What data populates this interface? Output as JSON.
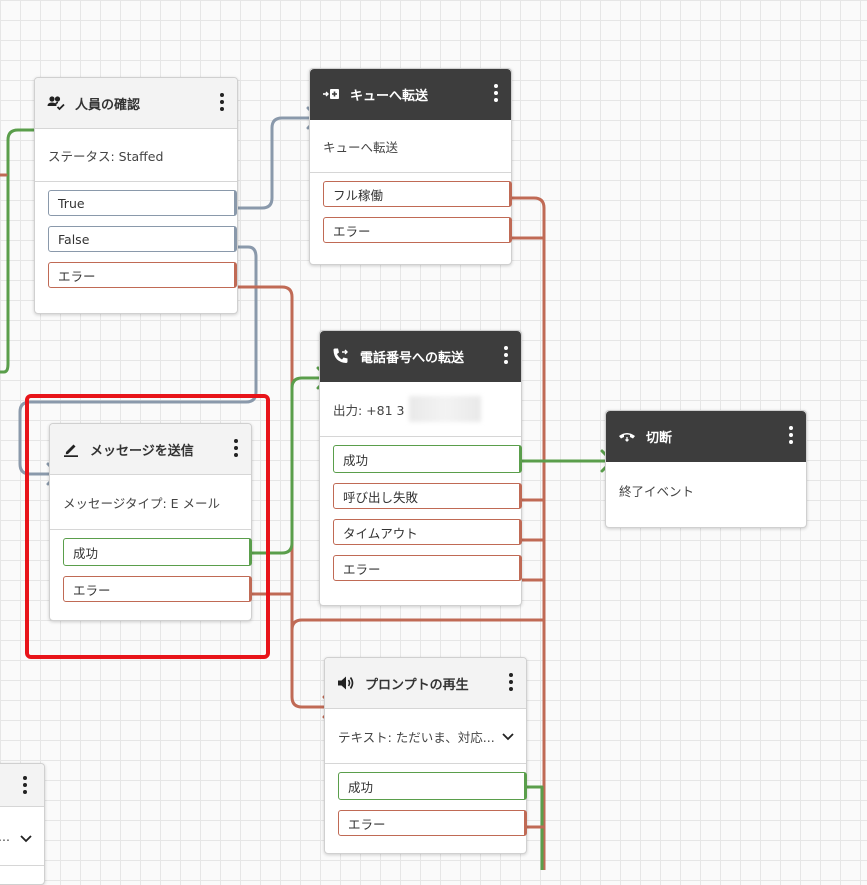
{
  "nodes": {
    "staff_check": {
      "title": "人員の確認",
      "description": "ステータス: Staffed",
      "outputs": [
        "True",
        "False",
        "エラー"
      ]
    },
    "queue_transfer": {
      "title": "キューへ転送",
      "description": "キューへ転送",
      "outputs": [
        "フル稼働",
        "エラー"
      ]
    },
    "phone_transfer": {
      "title": "電話番号への転送",
      "description": "出力: +81 3",
      "outputs": [
        "成功",
        "呼び出し失敗",
        "タイムアウト",
        "エラー"
      ]
    },
    "send_message": {
      "title": "メッセージを送信",
      "description": "メッセージタイプ: E メール",
      "outputs": [
        "成功",
        "エラー"
      ]
    },
    "disconnect": {
      "title": "切断",
      "description": "終了イベント"
    },
    "play_prompt": {
      "title": "プロンプトの再生",
      "description": "テキスト: ただいま、対応...",
      "outputs": [
        "成功",
        "エラー"
      ]
    },
    "partial_left": {
      "description": "..."
    }
  },
  "colors": {
    "success_wire": "#5a9e4b",
    "error_wire": "#c06a55",
    "default_wire": "#8a99ab",
    "dark_header": "#3d3d3d",
    "highlight": "#e8141a"
  }
}
